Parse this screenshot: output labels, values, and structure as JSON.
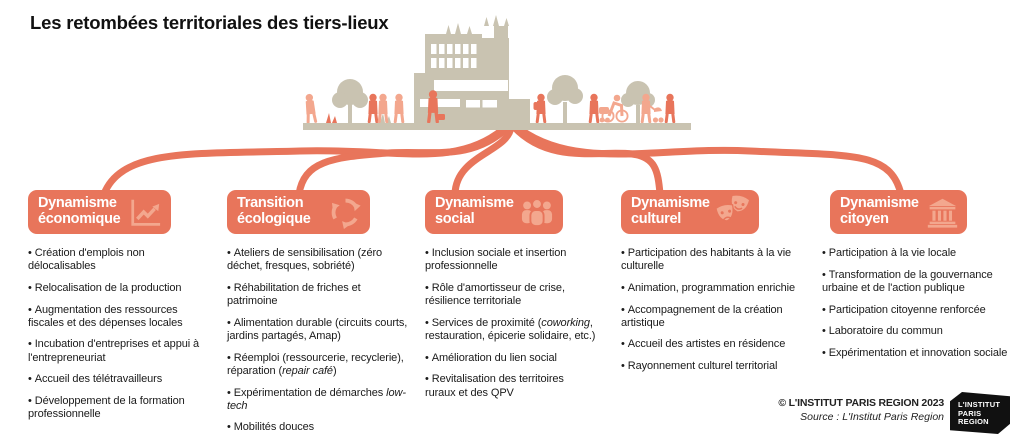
{
  "title": "Les retombées territoriales des tiers-lieux",
  "colors": {
    "coral": "#E8755B",
    "coral_light": "#F3A78E",
    "beige": "#C9C3B1",
    "text": "#1A1A1A"
  },
  "categories": [
    {
      "key": "economique",
      "title": [
        "Dynamisme",
        "économique"
      ],
      "icon": "line-chart-up-icon",
      "items": [
        [
          "Création d'emplois non délocalisables"
        ],
        [
          "Relocalisation de la production"
        ],
        [
          "Augmentation des ressources fiscales et des dépenses locales"
        ],
        [
          "Incubation d'entreprises et appui à l'entrepreneuriat"
        ],
        [
          "Accueil des télétravailleurs"
        ],
        [
          "Développement de la formation professionnelle"
        ]
      ]
    },
    {
      "key": "ecologique",
      "title": [
        "Transition",
        "écologique"
      ],
      "icon": "recycle-icon",
      "items": [
        [
          "Ateliers de sensibilisation (zéro déchet, fresques, sobriété)"
        ],
        [
          "Réhabilitation de friches et patrimoine"
        ],
        [
          "Alimentation durable (circuits courts, jardins partagés, Amap)"
        ],
        [
          "Réemploi (ressourcerie, recyclerie), réparation (",
          {
            "italic": "repair café"
          },
          ")"
        ],
        [
          "Expérimentation de démarches ",
          {
            "italic": "low-tech"
          }
        ],
        [
          "Mobilités douces"
        ]
      ]
    },
    {
      "key": "social",
      "title": [
        "Dynamisme",
        "social"
      ],
      "icon": "people-group-icon",
      "items": [
        [
          "Inclusion sociale et insertion professionnelle"
        ],
        [
          "Rôle d'amortisseur de crise, résilience territoriale"
        ],
        [
          "Services de proximité (",
          {
            "italic": "coworking"
          },
          ", restauration, épicerie solidaire, etc.)"
        ],
        [
          "Amélioration du lien social"
        ],
        [
          "Revitalisation des territoires ruraux et des QPV"
        ]
      ]
    },
    {
      "key": "culturel",
      "title": [
        "Dynamisme",
        "culturel"
      ],
      "icon": "theater-masks-icon",
      "items": [
        [
          "Participation des habitants à la vie culturelle"
        ],
        [
          "Animation, programmation enrichie"
        ],
        [
          "Accompagnement de la création artistique"
        ],
        [
          "Accueil des artistes en résidence"
        ],
        [
          "Rayonnement culturel territorial"
        ]
      ]
    },
    {
      "key": "citoyen",
      "title": [
        "Dynamisme",
        "citoyen"
      ],
      "icon": "bank-building-icon",
      "items": [
        [
          "Participation à la vie locale"
        ],
        [
          "Transformation de la gouvernance urbaine et de l'action publique"
        ],
        [
          "Participation citoyenne renforcée"
        ],
        [
          "Laboratoire du commun"
        ],
        [
          "Expérimentation et innovation sociale"
        ]
      ]
    }
  ],
  "footer": {
    "copyright": "© L'INSTITUT PARIS REGION 2023",
    "source": "Source : L'Institut Paris Region",
    "logo_lines": [
      "L'INSTITUT",
      "PARIS",
      "REGION"
    ]
  }
}
